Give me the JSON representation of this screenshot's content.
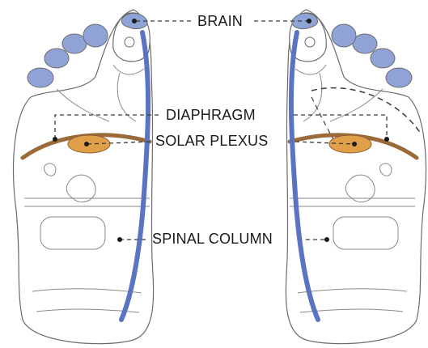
{
  "labels": {
    "brain": "BRAIN",
    "diaphragm": "DIAPHRAGM",
    "solar_plexus": "SOLAR PLEXUS",
    "spinal_column": "SPINAL COLUMN"
  },
  "colors": {
    "outline": "#6b6b6b",
    "toe_fill": "#8fa3d6",
    "spine": "#5874c2",
    "diaphragm_band": "#9a6a3a",
    "solar_plexus": "#e0a04a",
    "leader_line": "#3a3a3a"
  }
}
